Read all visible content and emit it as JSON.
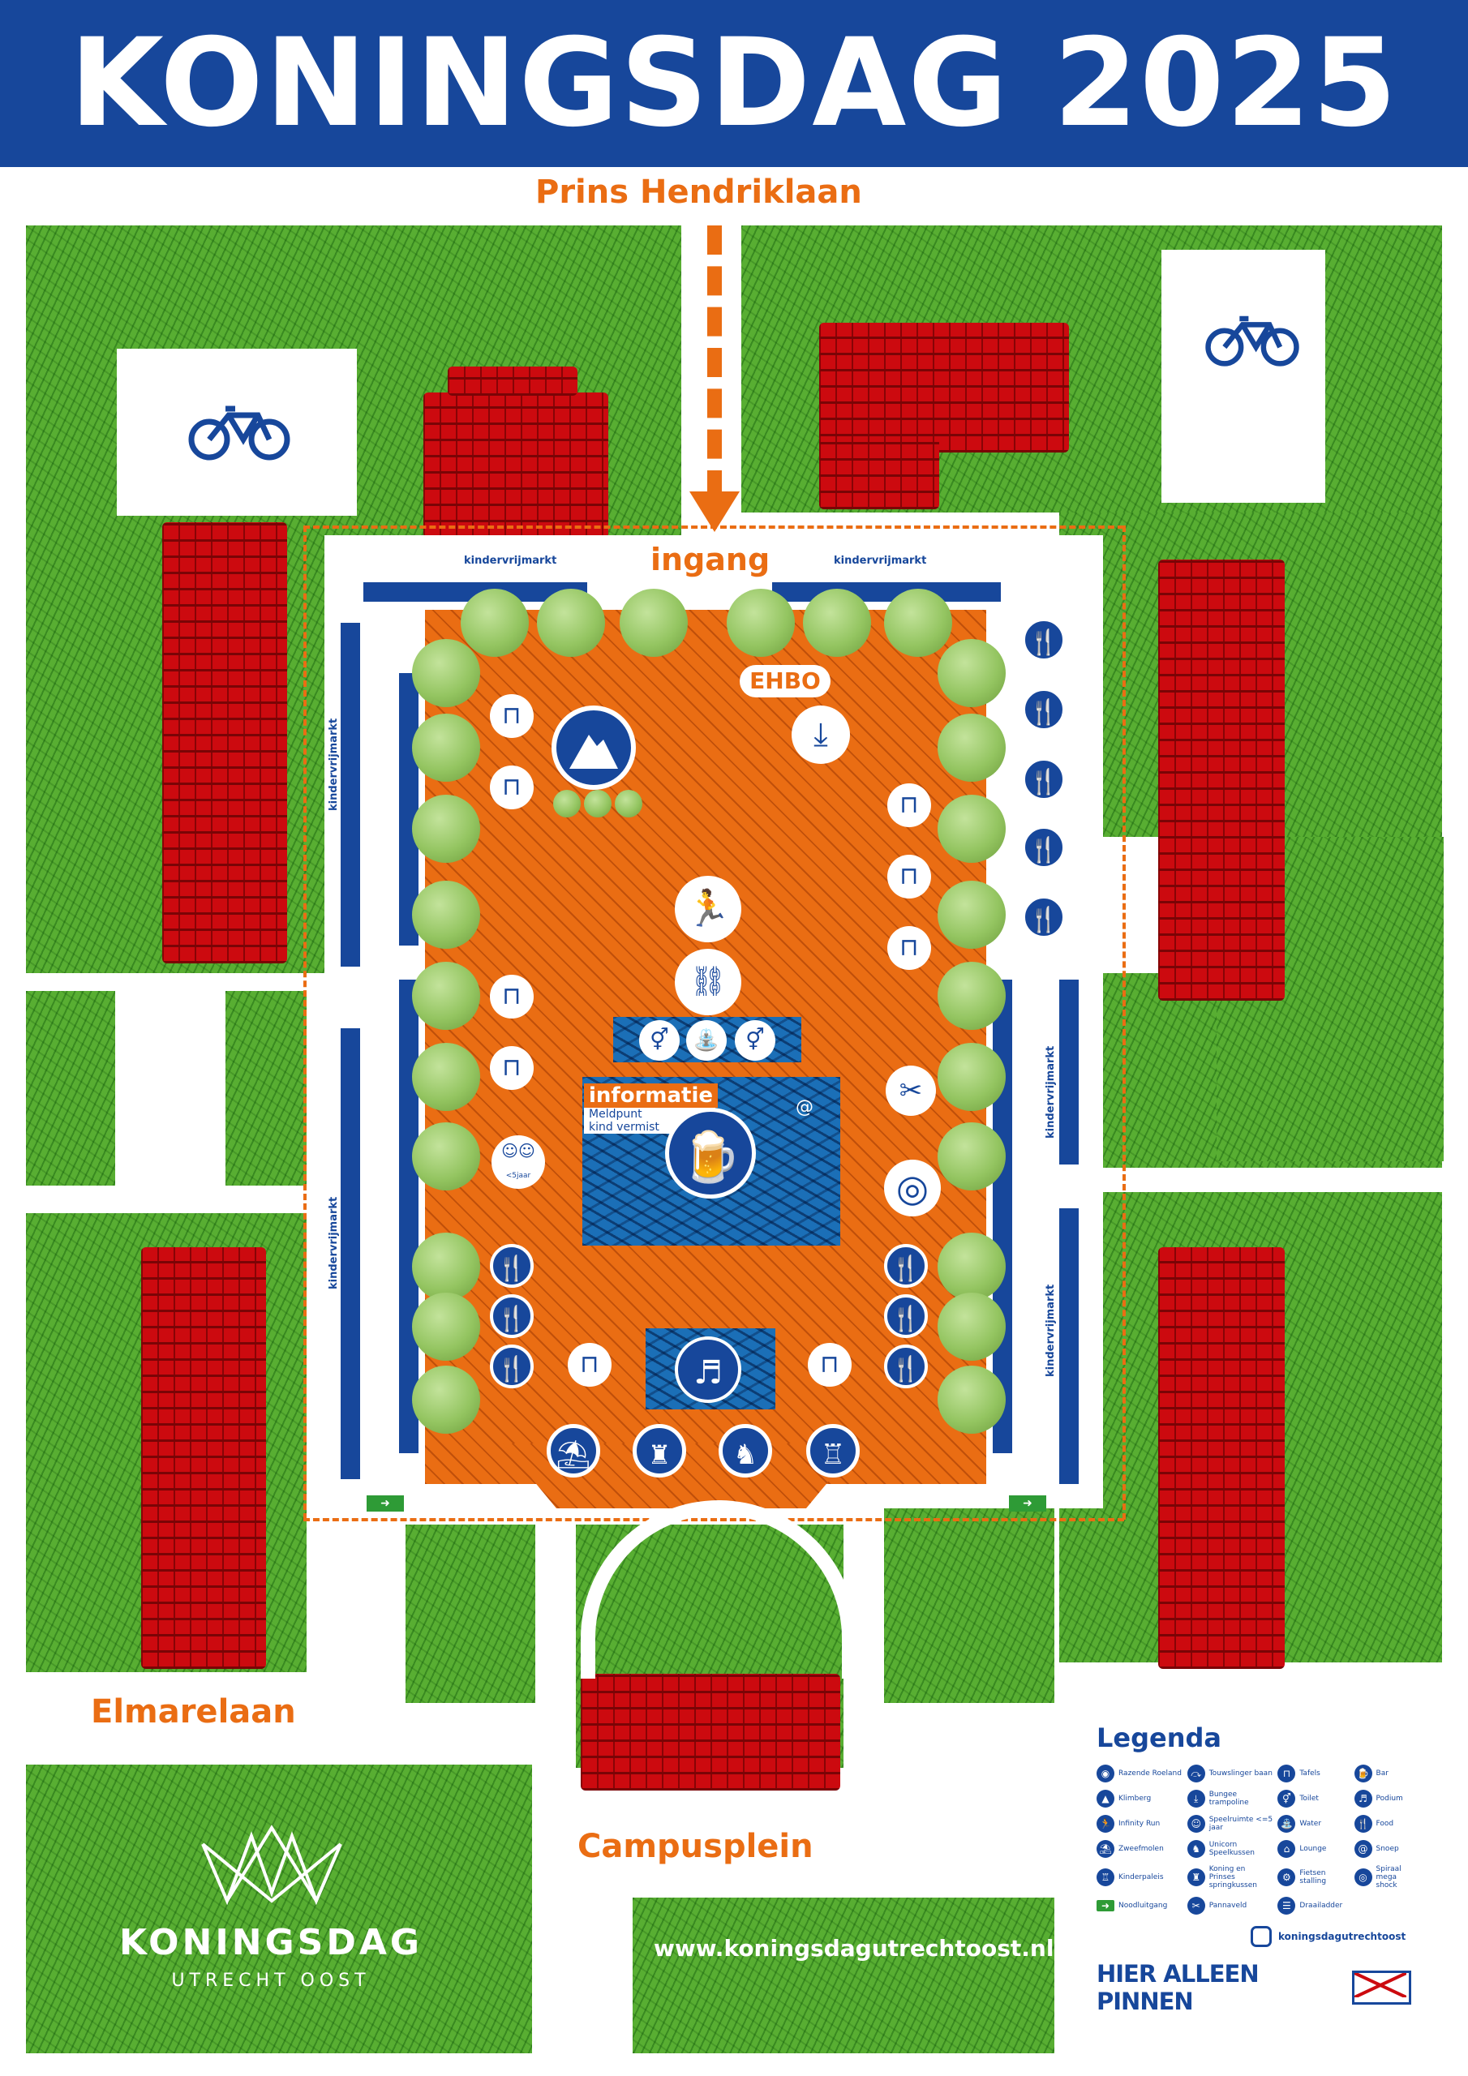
{
  "header": {
    "title": "KONINGSDAG 2025"
  },
  "streets": {
    "top": "Prins Hendriklaan",
    "left": "Elmarelaan",
    "bottom": "Campusplein"
  },
  "entrance": "ingang",
  "market_label": "kindervrijmarkt",
  "labels": {
    "ehbo": "EHBO",
    "info_title": "informatie",
    "info_sub1": "Meldpunt",
    "info_sub2": "kind vermist",
    "age_badge": "<5jaar"
  },
  "legend": {
    "title": "Legenda",
    "items": [
      {
        "label": "Razende Roeland",
        "icon": "razende-roeland-icon"
      },
      {
        "label": "Touwslinger baan",
        "icon": "touwslinger-icon"
      },
      {
        "label": "Tafels",
        "icon": "picnic-table-icon"
      },
      {
        "label": "Bar",
        "icon": "bar-icon"
      },
      {
        "label": "Klimberg",
        "icon": "climbing-mountain-icon"
      },
      {
        "label": "Bungee trampoline",
        "icon": "bungee-trampoline-icon"
      },
      {
        "label": "Toilet",
        "icon": "toilet-icon"
      },
      {
        "label": "Podium",
        "icon": "stage-icon"
      },
      {
        "label": "Infinity Run",
        "icon": "infinity-run-icon"
      },
      {
        "label": "Speelruimte <=5 jaar",
        "icon": "play-area-icon"
      },
      {
        "label": "Water",
        "icon": "water-tap-icon"
      },
      {
        "label": "Food",
        "icon": "food-icon"
      },
      {
        "label": "Zweefmolen",
        "icon": "swing-carousel-icon"
      },
      {
        "label": "Unicorn Speelkussen",
        "icon": "unicorn-icon"
      },
      {
        "label": "Lounge",
        "icon": "lounge-icon"
      },
      {
        "label": "Snoep",
        "icon": "candy-icon"
      },
      {
        "label": "Kinderpaleis",
        "icon": "kinderpaleis-icon"
      },
      {
        "label": "Koning en Prinses springkussen",
        "icon": "castle-icon"
      },
      {
        "label": "Fietsen stalling",
        "icon": "bicycle-icon"
      },
      {
        "label": "Spiraal mega shock",
        "icon": "spiral-icon"
      },
      {
        "label": "Noodluitgang",
        "icon": "emergency-exit-icon"
      },
      {
        "label": "Pannaveld",
        "icon": "pannaveld-icon"
      },
      {
        "label": "Draailadder",
        "icon": "ladder-icon"
      }
    ],
    "instagram": "koningsdagutrechtoost",
    "pin_notice": "HIER ALLEEN PINNEN"
  },
  "logo": {
    "name": "KONINGSDAG",
    "sub": "UTRECHT OOST"
  },
  "website": "www.koningsdagutrechtoost.nl"
}
